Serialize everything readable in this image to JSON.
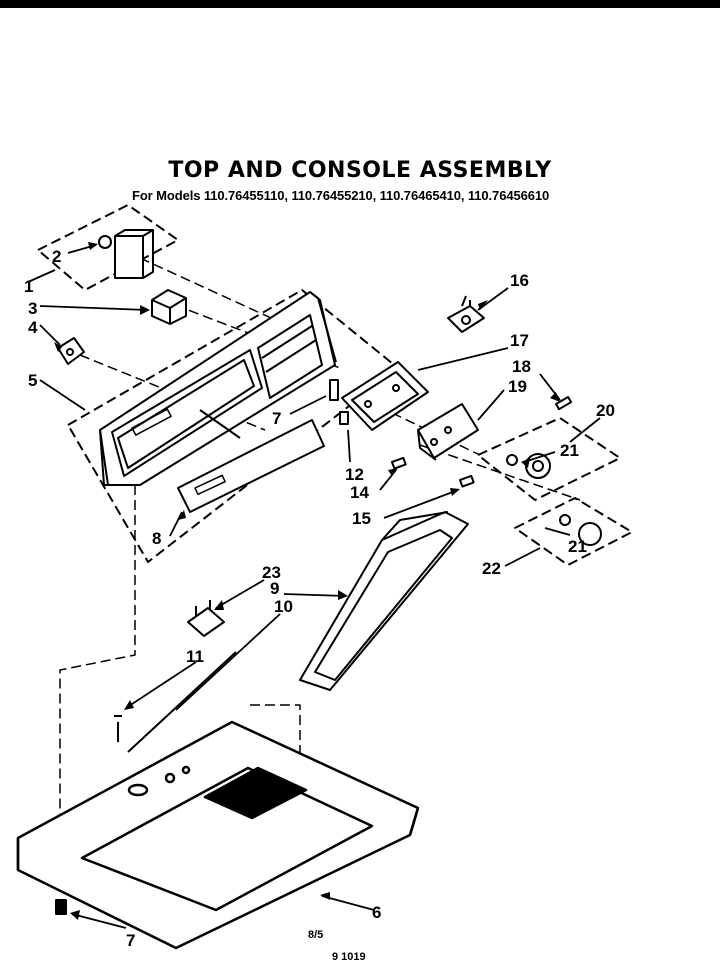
{
  "title": "TOP AND CONSOLE ASSEMBLY",
  "subtitle": "For Models 110.76455110, 110.76455210, 110.76465410, 110.76456610",
  "footer": {
    "note": "8/5",
    "code": "9 1019"
  },
  "callouts": {
    "c1": "1",
    "c2": "2",
    "c3": "3",
    "c4": "4",
    "c5": "5",
    "c6": "6",
    "c7a": "7",
    "c7b": "7",
    "c8": "8",
    "c9": "9",
    "c10": "10",
    "c11": "11",
    "c12": "12",
    "c14": "14",
    "c15": "15",
    "c16": "16",
    "c17": "17",
    "c18": "18",
    "c19": "19",
    "c20": "20",
    "c21a": "21",
    "c21b": "21",
    "c22": "22",
    "c23": "23"
  }
}
